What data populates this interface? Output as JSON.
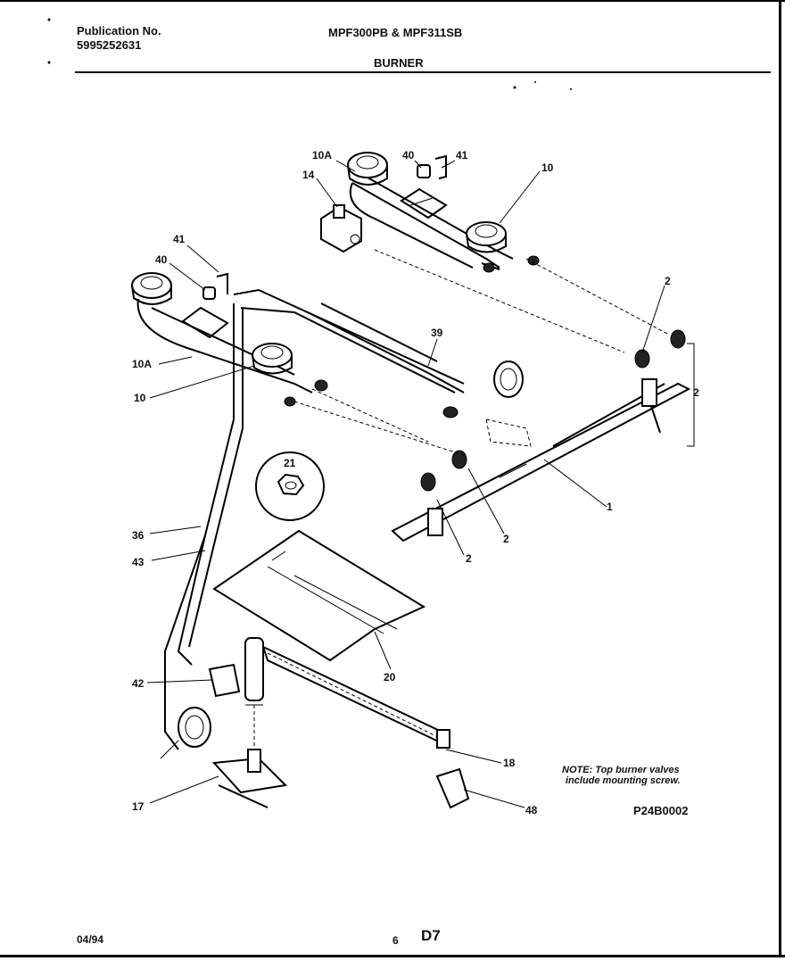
{
  "header": {
    "publication_label": "Publication No.",
    "publication_number": "5995252631",
    "models": "MPF300PB & MPF311SB",
    "section": "BURNER"
  },
  "parts": {
    "p10A_top": "10A",
    "p40_top": "40",
    "p41_top": "41",
    "p10_top": "10",
    "p14": "14",
    "p41_left": "41",
    "p40_left": "40",
    "p10A_left": "10A",
    "p10_left": "10",
    "p39": "39",
    "p2_a": "2",
    "p2_b": "2",
    "p2_c": "2",
    "p2_d": "2",
    "p1": "1",
    "p21": "21",
    "p36": "36",
    "p43": "43",
    "p20": "20",
    "p42": "42",
    "p18": "18",
    "p17": "17",
    "p48": "48"
  },
  "note": {
    "line1": "NOTE: Top burner valves",
    "line2": "include mounting screw."
  },
  "diagram_code": "P24B0002",
  "footer": {
    "date": "04/94",
    "page": "6",
    "code": "D7"
  }
}
